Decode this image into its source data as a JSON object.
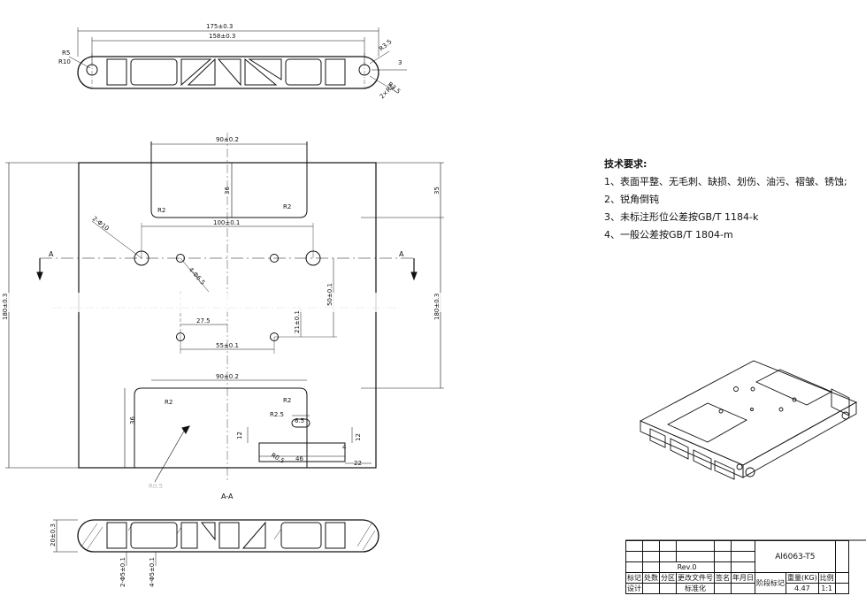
{
  "top_view": {
    "dim_overall": "175±0.3",
    "dim_inner": "158±0.3",
    "r5": "R5",
    "r10": "R10",
    "r3_5_a": "R3.5",
    "r3_5_b": "R3.5",
    "three": "3",
    "two_x_r2": "2×R2"
  },
  "plan_view": {
    "dim_90_top": "90±0.2",
    "dim_36_top": "36",
    "r2_a": "R2",
    "r2_b": "R2",
    "dim_100": "100±0.1",
    "dim_2phi": "2-Φ10",
    "dim_4phi": "4-Φ6.5",
    "dim_27_5": "27.5",
    "dim_21": "21±0.1",
    "dim_50": "50±0.1",
    "dim_55": "55±0.1",
    "dim_90_bottom": "90±0.2",
    "dim_36_bottom": "36",
    "r2_c": "R2",
    "r2_d": "R2",
    "r2_5": "R2.5",
    "dim_6_5": "6.5",
    "dim_12_a": "12",
    "dim_12_b": "12",
    "r0_5": "R0.5",
    "dim_4": "4",
    "dim_46": "46",
    "dim_22": "22",
    "dim_35": "35",
    "dim_180": "180±0.3",
    "dim_right": "180±0.3",
    "section_a_left": "A",
    "section_a_right": "A",
    "leader_note": "R0.5"
  },
  "section": {
    "title": "A-A",
    "dim_20": "20±0.3",
    "dim_2phi5": "2-Φ5±0.1",
    "dim_4phi5": "4-Φ5±0.1"
  },
  "tech_notes": {
    "heading": "技术要求:",
    "line1": "1、表面平整、无毛刺、缺损、划伤、油污、褶皱、锈蚀;",
    "line2": "2、锐角倒钝",
    "line3": "3、未标注形位公差按GB/T 1184-k",
    "line4": "4、一般公差按GB/T 1804-m"
  },
  "title_block": {
    "rev": "Rev.0",
    "material": "Al6063-T5",
    "h1": "标记",
    "h2": "处数",
    "h3": "分区",
    "h4": "更改文件号",
    "h5": "签名",
    "h6": "年月日",
    "design": "设计",
    "standard": "标准化",
    "stage": "阶段标记",
    "weight_label": "重量(KG)",
    "scale_label": "比例",
    "weight": "4.47",
    "scale": "1:1"
  },
  "colors": {
    "line": "#111111",
    "hatch": "#333333",
    "paper": "#ffffff"
  }
}
